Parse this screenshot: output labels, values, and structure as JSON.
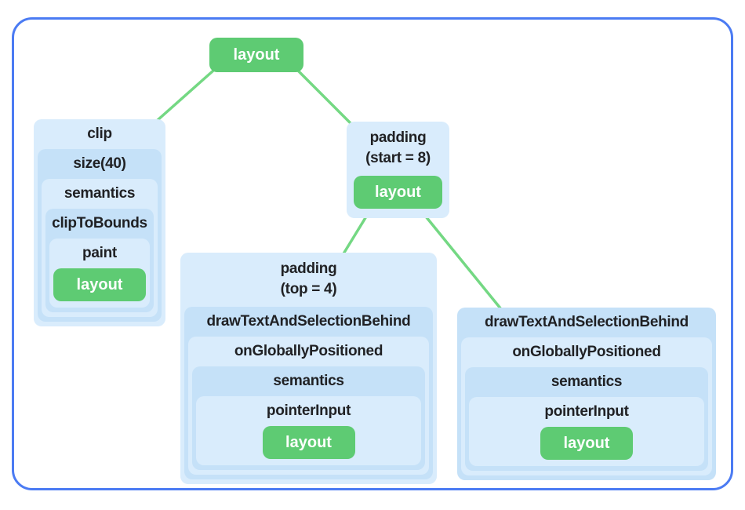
{
  "colors": {
    "frame_border": "#4b7bf3",
    "node_light_blue": "#d9ecfc",
    "node_dark_blue": "#c5e1f8",
    "leaf_green": "#5ecb73",
    "edge_green": "#74d883",
    "label_text": "#202124",
    "leaf_text": "#ffffff"
  },
  "tree": {
    "root": {
      "label": "layout"
    },
    "clip": {
      "levels": [
        "clip",
        "size(40)",
        "semantics",
        "clipToBounds",
        "paint"
      ],
      "leaf": "layout"
    },
    "padding_start": {
      "title_line1": "padding",
      "title_line2": "(start = 8)",
      "leaf": "layout"
    },
    "padding_top": {
      "title_line1": "padding",
      "title_line2": "(top = 4)",
      "levels": [
        "drawTextAndSelectionBehind",
        "onGloballyPositioned",
        "semantics",
        "pointerInput"
      ],
      "leaf": "layout"
    },
    "draw_text": {
      "levels": [
        "drawTextAndSelectionBehind",
        "onGloballyPositioned",
        "semantics",
        "pointerInput"
      ],
      "leaf": "layout"
    }
  }
}
